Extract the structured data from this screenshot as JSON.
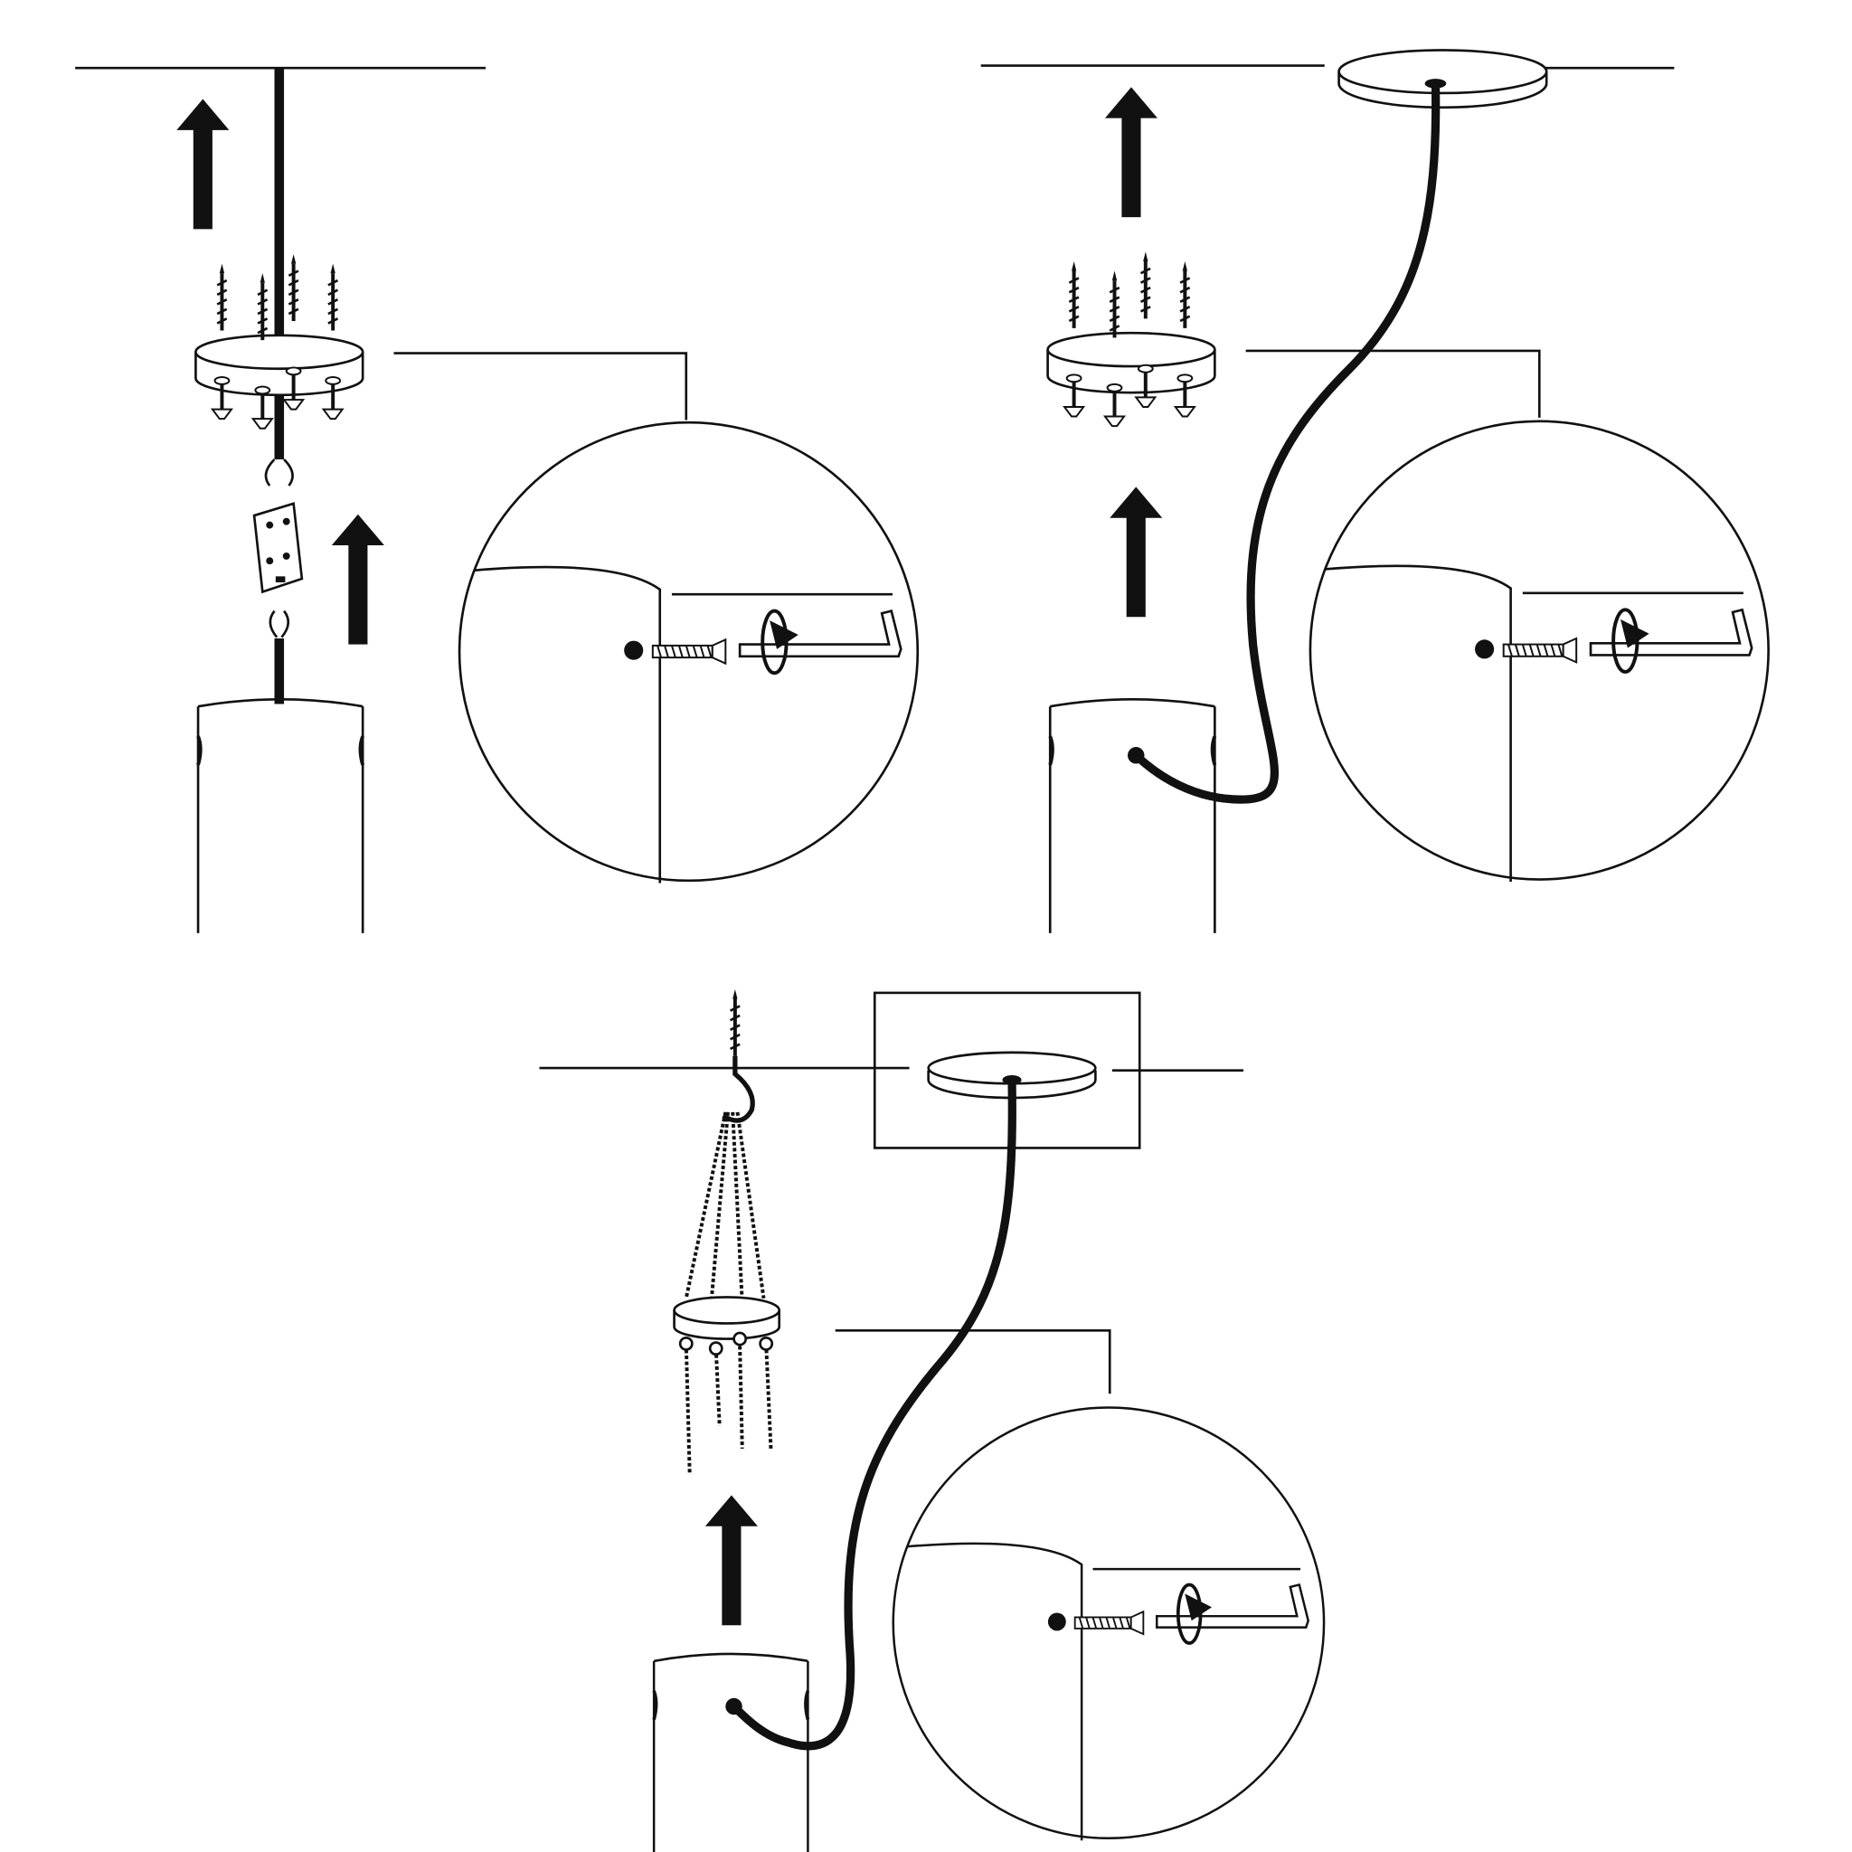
{
  "diagram": {
    "type": "installation-instructions",
    "steps": [
      {
        "id": "step-1",
        "action": "connect-wires-and-mount-canopy"
      },
      {
        "id": "step-2",
        "action": "mount-canopy-with-cable"
      },
      {
        "id": "step-3",
        "action": "hang-from-hook-with-chains"
      }
    ],
    "colors": {
      "ink": "#111111",
      "background": "#ffffff"
    }
  }
}
